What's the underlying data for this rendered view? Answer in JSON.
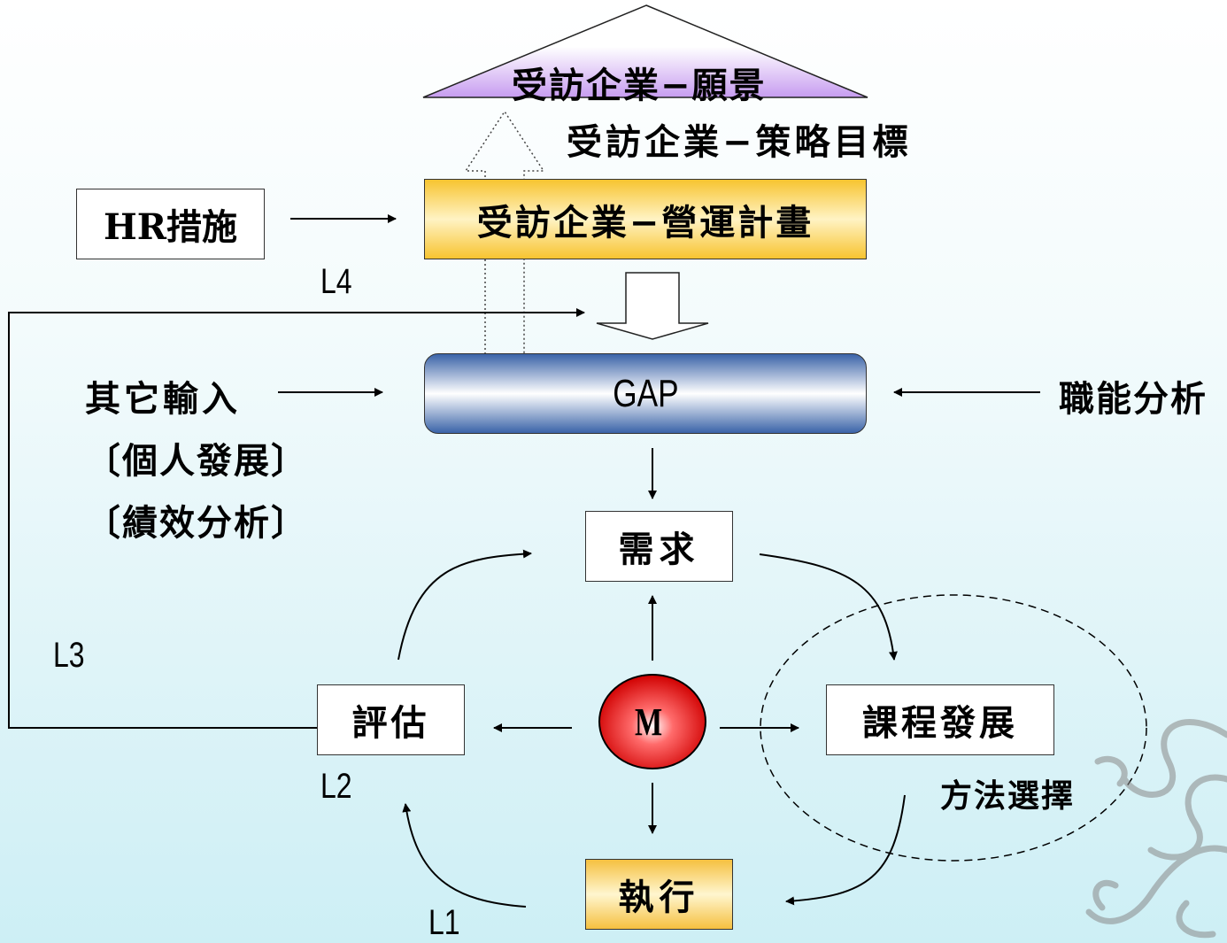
{
  "vision": "受訪企業−願景",
  "strategy": "受訪企業−策略目標",
  "hr_measures": "HR措施",
  "operation_plan": "受訪企業−營運計畫",
  "gap": "GAP",
  "other_inputs": {
    "title": "其它輸入",
    "item1": "〔個人發展〕",
    "item2": "〔績效分析〕"
  },
  "function_analysis": "職能分析",
  "needs": "需求",
  "evaluation": "評估",
  "center": "M",
  "course_dev": "課程發展",
  "method_select": "方法選擇",
  "execute": "執行",
  "loops": {
    "l1": "L1",
    "l2": "L2",
    "l3": "L3",
    "l4": "L4"
  },
  "colors": {
    "vision_fill": "#c9a0f0",
    "plan_fill": "#f7c430",
    "gap_fill": "#3f6fb3",
    "center_fill": "#e01010",
    "execute_fill": "#f5c040"
  }
}
